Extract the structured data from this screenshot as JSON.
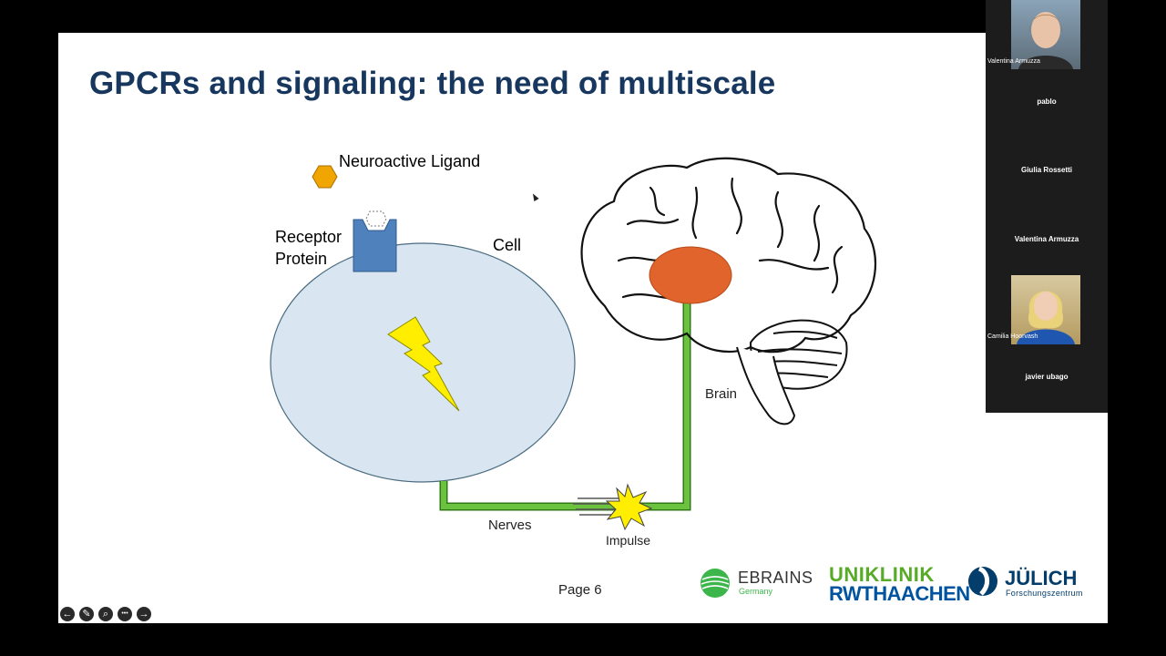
{
  "slide": {
    "title": "GPCRs and signaling: the need of multiscale",
    "page": "Page 6",
    "labels": {
      "ligand": "Neuroactive Ligand",
      "receptor_line1": "Receptor",
      "receptor_line2": "Protein",
      "cell": "Cell",
      "brain": "Brain",
      "nerves": "Nerves",
      "impulse": "Impulse"
    },
    "colors": {
      "title": "#17375e",
      "ligand": "#f0a500",
      "receptor": "#4f81bd",
      "cell_fill": "#d9e6f2",
      "nerve": "#6ac23f",
      "brain_spot": "#e0642c",
      "bolt": "#ffee00"
    }
  },
  "logos": {
    "ebrains_name": "EBRAINS",
    "ebrains_sub": "Germany",
    "uniklinik_line1": "UNIKLINIK",
    "uniklinik_line2": "RWTHAACHEN",
    "juelich_name": "JÜLICH",
    "juelich_sub": "Forschungszentrum"
  },
  "toolbar": {
    "icons": [
      "back-icon",
      "pen-icon",
      "zoom-icon",
      "more-icon",
      "forward-icon"
    ],
    "glyphs": [
      "←",
      "✎",
      "⌕",
      "•••",
      "→"
    ]
  },
  "participants": [
    {
      "name": "Valentina Armuzza",
      "video": true
    },
    {
      "name": "pablo",
      "video": false
    },
    {
      "name": "Giulia Rossetti",
      "video": false
    },
    {
      "name": "Valentina Armuzza",
      "video": false
    },
    {
      "name": "Camilia Hoorvash",
      "video": true
    },
    {
      "name": "javier ubago",
      "video": false
    }
  ]
}
